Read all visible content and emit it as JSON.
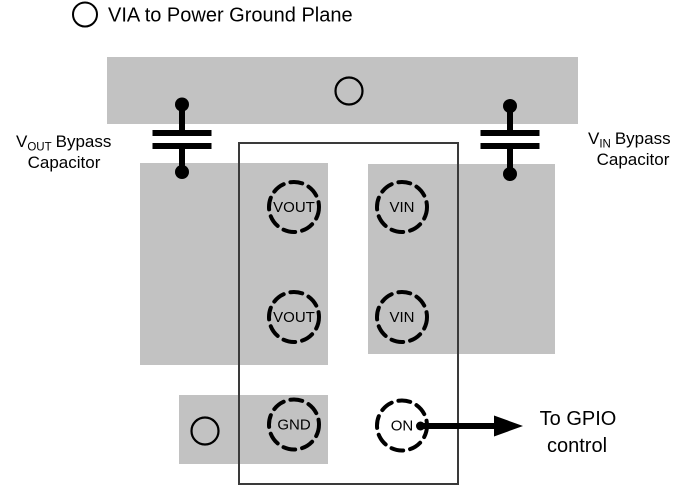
{
  "legend": {
    "text": "VIA to Power Ground Plane"
  },
  "labels": {
    "vout_bypass": {
      "v": "V",
      "sub": "OUT",
      "word": "Bypass",
      "line2": "Capacitor"
    },
    "vin_bypass": {
      "v": "V",
      "sub": "IN",
      "word": "Bypass",
      "line2": "Capacitor"
    },
    "gpio": {
      "line1": "To GPIO",
      "line2": "control"
    }
  },
  "pins": {
    "vout1": "VOUT",
    "vin1": "VIN",
    "vout2": "VOUT",
    "vin2": "VIN",
    "gnd": "GND",
    "on": "ON"
  },
  "colors": {
    "copper_gray": "#c2c2c2",
    "ic_outline": "#3a3a3a",
    "ink": "#000000"
  }
}
